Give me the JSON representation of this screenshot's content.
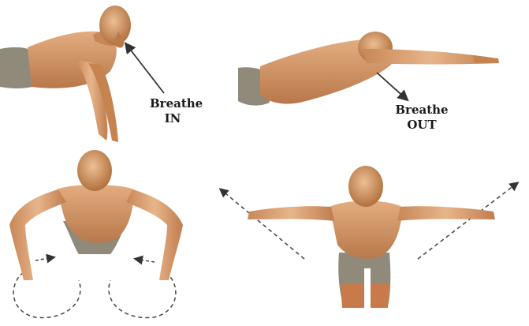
{
  "panels": {
    "top_left": {
      "label_line1": "Breathe",
      "label_line2": "IN"
    },
    "top_right": {
      "label_line1": "Breathe",
      "label_line2": "OUT"
    }
  },
  "colors": {
    "skin": "#d69a68",
    "skin_dark": "#a8693e",
    "skin_light": "#e9b98c",
    "shorts": "#8f8a7a",
    "arrow": "#333333",
    "background": "#ffffff"
  }
}
